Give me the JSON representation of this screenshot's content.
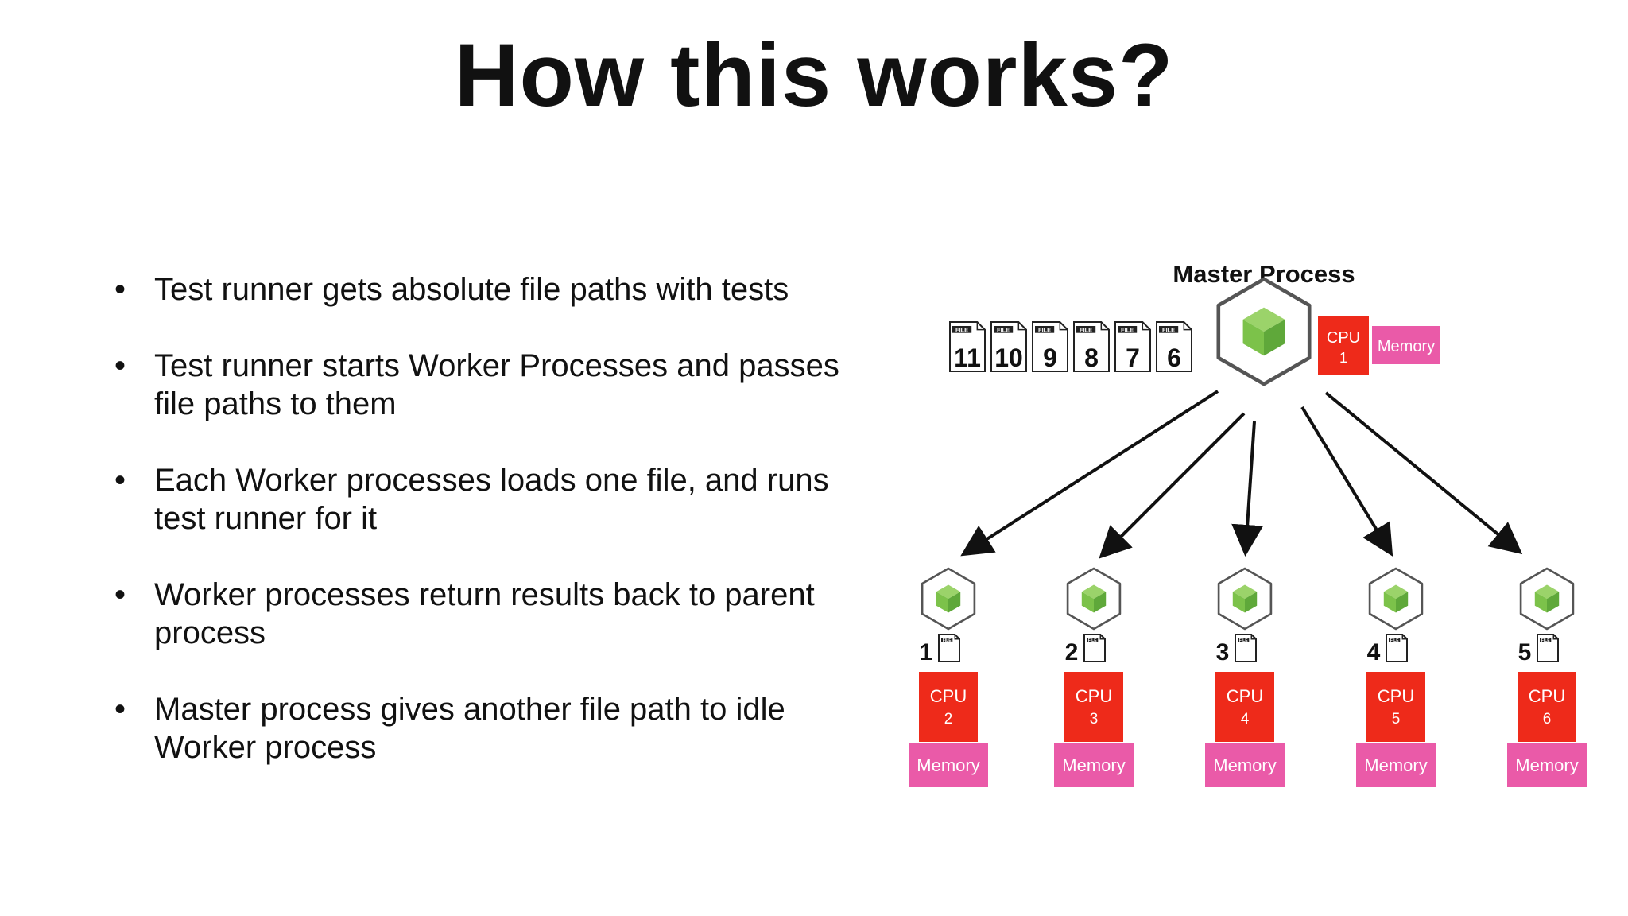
{
  "title": "How this works?",
  "bullets": [
    "Test runner gets absolute file paths with tests",
    "Test runner starts Worker Processes and passes file paths to them",
    "Each Worker processes loads one file, and runs test runner for it",
    "Worker processes return results back to parent process",
    "Master process gives another file path to idle Worker process"
  ],
  "diagram": {
    "master_label": "Master Process",
    "file_icon_text": "FILE",
    "queue_files": [
      "11",
      "10",
      "9",
      "8",
      "7",
      "6"
    ],
    "master_cpu": {
      "label": "CPU",
      "number": "1"
    },
    "master_memory": "Memory",
    "workers": [
      {
        "file": "1",
        "cpu_label": "CPU",
        "cpu_number": "2",
        "memory": "Memory"
      },
      {
        "file": "2",
        "cpu_label": "CPU",
        "cpu_number": "3",
        "memory": "Memory"
      },
      {
        "file": "3",
        "cpu_label": "CPU",
        "cpu_number": "4",
        "memory": "Memory"
      },
      {
        "file": "4",
        "cpu_label": "CPU",
        "cpu_number": "5",
        "memory": "Memory"
      },
      {
        "file": "5",
        "cpu_label": "CPU",
        "cpu_number": "6",
        "memory": "Memory"
      }
    ],
    "colors": {
      "cpu": "#ee2a1a",
      "memory": "#ea5aa8",
      "node_green": "#7cc24a",
      "hex_stroke": "#555555"
    }
  }
}
